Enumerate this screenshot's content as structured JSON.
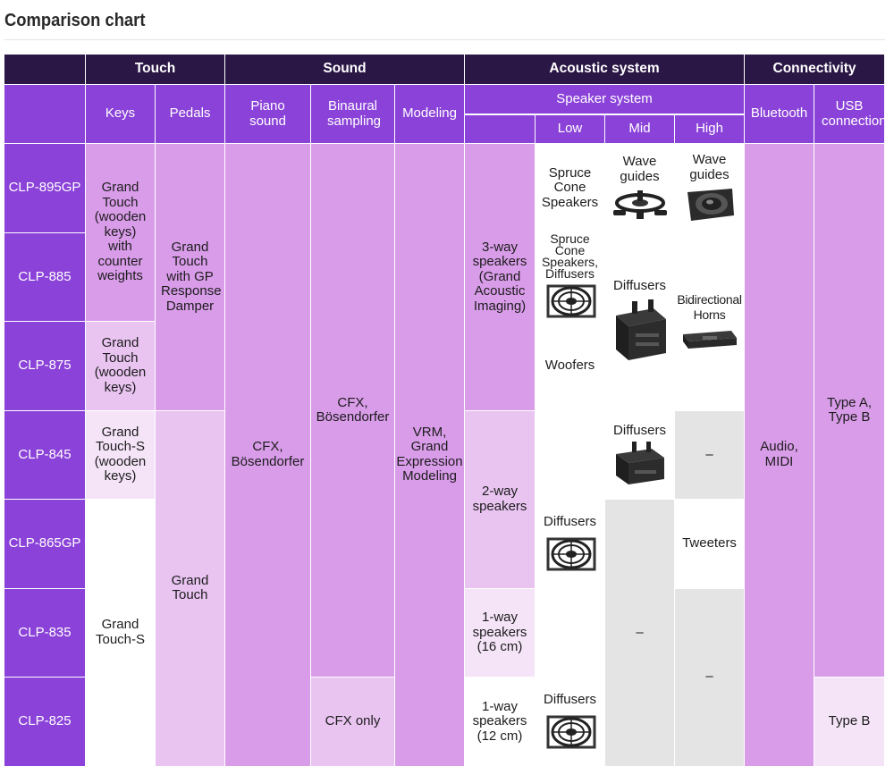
{
  "page": {
    "title": "Comparison chart"
  },
  "groups": {
    "touch": "Touch",
    "sound": "Sound",
    "acoustic": "Acoustic system",
    "connectivity": "Connectivity"
  },
  "headers": {
    "keys": "Keys",
    "pedals": "Pedals",
    "piano_sound": "Piano sound",
    "binaural": "Binaural sampling",
    "modeling": "Modeling",
    "speaker_system": "Speaker system",
    "low": "Low",
    "mid": "Mid",
    "high": "High",
    "bluetooth": "Bluetooth",
    "usb": "USB connection"
  },
  "models": [
    "CLP-895GP",
    "CLP-885",
    "CLP-875",
    "CLP-845",
    "CLP-865GP",
    "CLP-835",
    "CLP-825"
  ],
  "cells": {
    "keys_gt_counter": "Grand Touch (wooden keys) with counter weights",
    "keys_gt_wooden": "Grand Touch (wooden keys)",
    "keys_gts_wooden": "Grand Touch-S (wooden keys)",
    "keys_gts": "Grand Touch-S",
    "pedals_gp": "Grand Touch with GP Response Damper",
    "pedals_gt": "Grand Touch",
    "piano_sound": "CFX, Bösendorfer",
    "binaural_cfx_bos": "CFX, Bösendorfer",
    "binaural_cfx_only": "CFX only",
    "modeling": "VRM, Grand Expression Modeling",
    "spk_3way": "3-way speakers (Grand Acoustic Imaging)",
    "spk_2way": "2-way speakers",
    "spk_1way16": "1-way speakers (16 cm)",
    "spk_1way12": "1-way speakers (12 cm)",
    "low_spruce": "Spruce Cone Speakers",
    "low_spruce_diff": "Spruce Cone Speakers, Diffusers",
    "low_woofers": "Woofers",
    "low_diffusers": "Diffusers",
    "low_diffusers_825": "Diffusers",
    "mid_waveguides": "Wave guides",
    "mid_diffusers": "Diffusers",
    "mid_diffusers_845": "Diffusers",
    "mid_none": "–",
    "high_waveguides": "Wave guides",
    "high_bidir": "Bidirectional Horns",
    "high_none_845": "–",
    "high_tweeters": "Tweeters",
    "high_none": "–",
    "bluetooth": "Audio, MIDI",
    "usb_ab": "Type A, Type B",
    "usb_b": "Type B"
  },
  "icons": {
    "waveguide_mid": "wave-guide-mid-icon",
    "waveguide_high": "wave-guide-high-icon",
    "speaker_grille": "speaker-grille-icon",
    "diffuser": "diffuser-icon",
    "horn": "bidirectional-horn-icon"
  },
  "colors": {
    "group_header": "#2a1745",
    "header": "#8b42d8",
    "mid": "#d99ce9",
    "light": "#e9c4f1",
    "lighter": "#f5e4f8",
    "gray": "#e4e4e4"
  }
}
